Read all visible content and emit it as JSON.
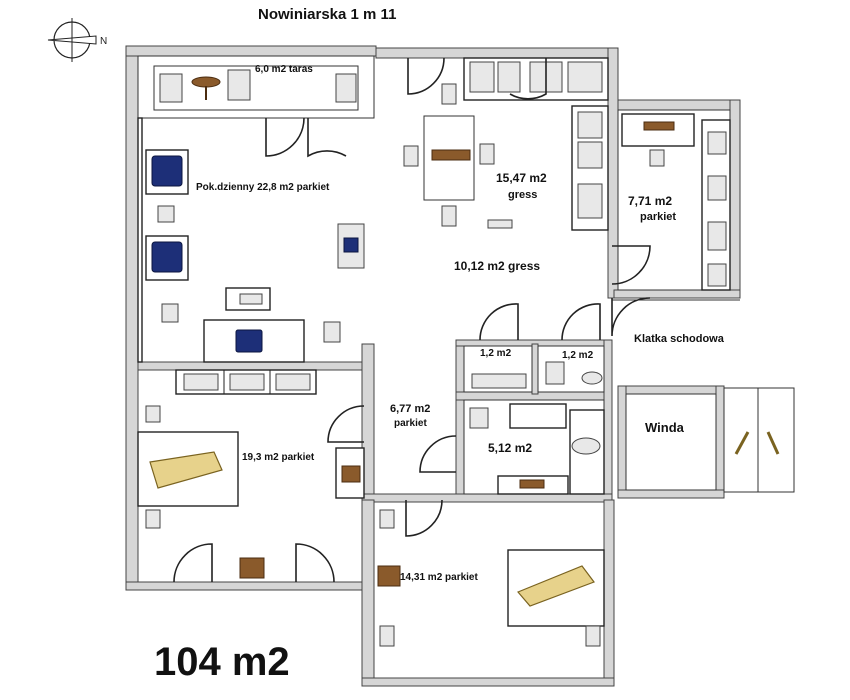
{
  "title": "Nowiniarska 1 m 11",
  "compass_letter": "N",
  "total_area": "104 m2",
  "rooms": {
    "terrace": "6,0 m2 taras",
    "living": "Pok.dzienny 22,8 m2 parkiet",
    "kitchen_area": "15,47 m2",
    "kitchen_floor": "gress",
    "hall_main": "10,12 m2 gress",
    "room_right_area": "7,71 m2",
    "room_right_floor": "parkiet",
    "staircase": "Klatka schodowa",
    "wc1": "1,2 m2",
    "wc2": "1,2 m2",
    "hall_small_area": "6,77 m2",
    "hall_small_floor": "parkiet",
    "bedroom1": "19,3 m2 parkiet",
    "bathroom": "5,12 m2",
    "bedroom2": "14,31 m2 parkiet",
    "elevator": "Winda"
  },
  "colors": {
    "wall": "#d6d6d6",
    "sofa": "#1d2f78",
    "wood": "#8a5a2b",
    "bed": "#e7d28b"
  }
}
